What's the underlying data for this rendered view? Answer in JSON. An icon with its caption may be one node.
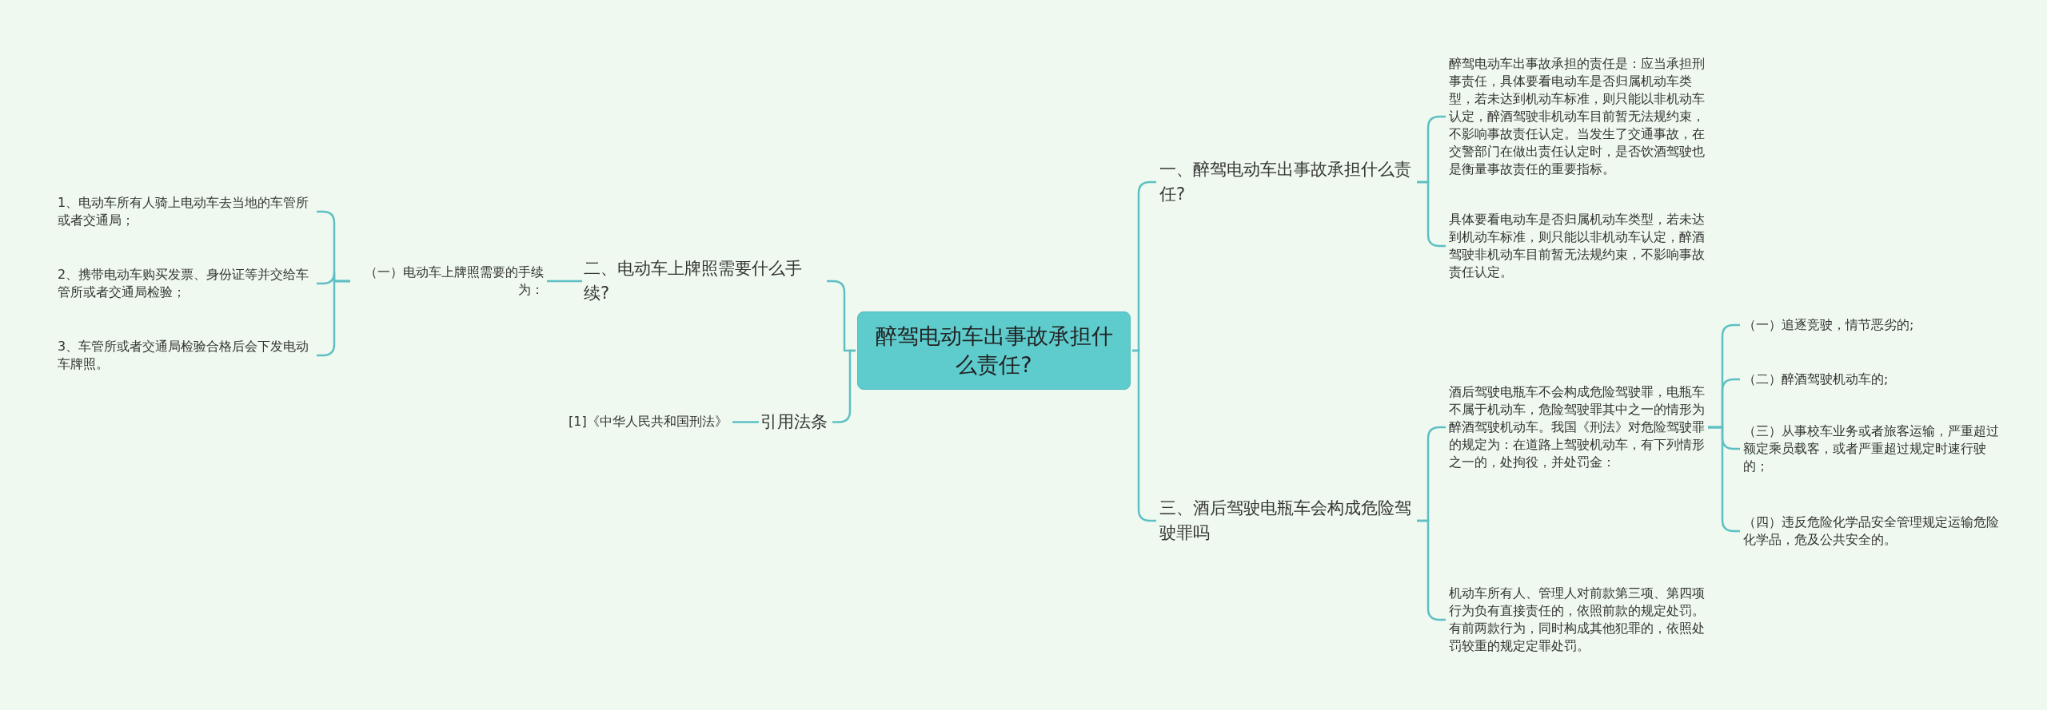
{
  "diagram": {
    "nodes": [
      {
        "text": [
          "醉驾电动车出事故承担什么责任?"
        ]
      },
      {
        "text": [
          "二、电动车上牌照需要什么手续?"
        ]
      },
      {
        "text": [
          "（一）电动车上牌照需要的手续为："
        ]
      },
      {
        "text": [
          "1、电动车所有人骑上电动车去当地的车管所或者交通局；"
        ]
      },
      {
        "text": [
          "2、携带电动车购买发票、身份证等并交给车管所或者交通局检验；"
        ]
      },
      {
        "text": [
          "3、车管所或者交通局检验合格后会下发电动车牌照。"
        ]
      },
      {
        "text": [
          "引用法条"
        ]
      },
      {
        "text": [
          "[1]《中华人民共和国刑法》"
        ]
      },
      {
        "text": [
          "一、醉驾电动车出事故承担什么责任?"
        ]
      },
      {
        "text": [
          "醉驾电动车出事故承担的责任是：应当承担刑事责任，具体要看电动车是否归属机动车类型，若未达到机动车标准，则只能以非机动车认定，醉酒驾驶非机动车目前暂无法规约束，不影响事故责任认定。当发生了交通事故，在交警部门在做出责任认定时，是否饮酒驾驶也是衡量事故责任的重要指标。"
        ]
      },
      {
        "text": [
          "具体要看电动车是否归属机动车类型，若未达到机动车标准，则只能以非机动车认定，醉酒驾驶非机动车目前暂无法规约束，不影响事故责任认定。"
        ]
      },
      {
        "text": [
          "三、酒后驾驶电瓶车会构成危险驾驶罪吗"
        ]
      },
      {
        "text": [
          "酒后驾驶电瓶车不会构成危险驾驶罪，电瓶车不属于机动车，危险驾驶罪其中之一的情形为醉酒驾驶机动车。我国《刑法》对危险驾驶罪的规定为：在道路上驾驶机动车，有下列情形之一的，处拘役，并处罚金："
        ]
      },
      {
        "text": [
          "（一）追逐竞驶，情节恶劣的;"
        ]
      },
      {
        "text": [
          "（二）醉酒驾驶机动车的;"
        ]
      },
      {
        "text": [
          "（三）从事校车业务或者旅客运输，严重超过额定乘员载客，或者严重超过规定时速行驶的；"
        ]
      },
      {
        "text": [
          "（四）违反危险化学品安全管理规定运输危险化学品，危及公共安全的。"
        ]
      },
      {
        "text": [
          "机动车所有人、管理人对前款第三项、第四项行为负有直接责任的，依照前款的规定处罚。有前两款行为，同时构成其他犯罪的，依照处罚较重的规定定罪处罚。"
        ]
      }
    ],
    "edges": [
      {
        "from": 0,
        "to": 1,
        "arrow": "none"
      },
      {
        "from": 1,
        "to": 2,
        "arrow": "none"
      },
      {
        "from": 2,
        "to": 3,
        "arrow": "none"
      },
      {
        "from": 2,
        "to": 4,
        "arrow": "none"
      },
      {
        "from": 2,
        "to": 5,
        "arrow": "none"
      },
      {
        "from": 0,
        "to": 6,
        "arrow": "none"
      },
      {
        "from": 6,
        "to": 7,
        "arrow": "none"
      },
      {
        "from": 0,
        "to": 8,
        "arrow": "none"
      },
      {
        "from": 8,
        "to": 9,
        "arrow": "none"
      },
      {
        "from": 8,
        "to": 10,
        "arrow": "none"
      },
      {
        "from": 0,
        "to": 11,
        "arrow": "none"
      },
      {
        "from": 11,
        "to": 12,
        "arrow": "none"
      },
      {
        "from": 12,
        "to": 13,
        "arrow": "none"
      },
      {
        "from": 12,
        "to": 14,
        "arrow": "none"
      },
      {
        "from": 12,
        "to": 15,
        "arrow": "none"
      },
      {
        "from": 12,
        "to": 16,
        "arrow": "none"
      },
      {
        "from": 11,
        "to": 17,
        "arrow": "none"
      }
    ]
  }
}
